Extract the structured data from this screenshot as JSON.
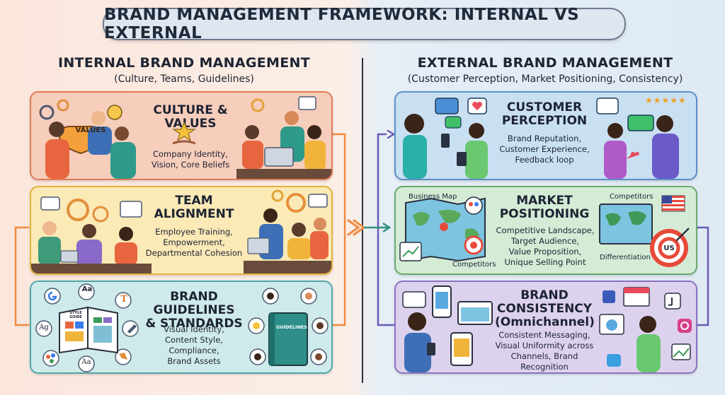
{
  "title": "BRAND MANAGEMENT FRAMEWORK: INTERNAL VS EXTERNAL",
  "internal": {
    "heading": "INTERNAL BRAND MANAGEMENT",
    "subheading": "(Culture, Teams, Guidelines)",
    "panels": [
      {
        "title_lines": [
          "CULTURE & VALUES"
        ],
        "desc_lines": [
          "Company Identity,",
          "Vision, Core Beliefs"
        ],
        "badge": "VALUES",
        "fill": "#f7cdbb",
        "stroke": "#e07a57"
      },
      {
        "title_lines": [
          "TEAM",
          "ALIGNMENT"
        ],
        "desc_lines": [
          "Employee Training,",
          "Empowerment,",
          "Departmental Cohesion"
        ],
        "fill": "#fbe9b6",
        "stroke": "#e2b33c"
      },
      {
        "title_lines": [
          "BRAND GUIDELINES",
          "& STANDARDS"
        ],
        "desc_lines": [
          "Visual Identity,",
          "Content Style,",
          "Compliance,",
          "Brand Assets"
        ],
        "book_label": "GUIDELINES",
        "style_guide_label": "STYLE GUIDE",
        "typography_samples": [
          "Aa",
          "T",
          "Ag",
          "Aa"
        ],
        "fill": "#cfeaea",
        "stroke": "#4fa6a8"
      }
    ]
  },
  "external": {
    "heading": "EXTERNAL BRAND MANAGEMENT",
    "subheading": "(Customer Perception, Market Positioning, Consistency)",
    "panels": [
      {
        "title_lines": [
          "CUSTOMER",
          "PERCEPTION"
        ],
        "desc_lines": [
          "Brand Reputation,",
          "Customer Experience,",
          "Feedback loop"
        ],
        "rating_stars": "★★★★★",
        "fill": "#c9e0f3",
        "stroke": "#5b8fc6"
      },
      {
        "title_lines": [
          "MARKET",
          "POSITIONING"
        ],
        "desc_lines": [
          "Competitive Landscape,",
          "Target Audience,",
          "Value Proposition,",
          "Unique Selling Point"
        ],
        "labels": {
          "business_map": "Business Map",
          "competitors_bottom": "Competitors",
          "competitors_top": "Competitors",
          "differentiation": "Differentiation",
          "target": "US"
        },
        "fill": "#d4ebd5",
        "stroke": "#6aaa6e"
      },
      {
        "title_lines": [
          "BRAND",
          "CONSISTENCY",
          "(Omnichannel)"
        ],
        "desc_lines": [
          "Consistent Messaging,",
          "Visual Uniformity across",
          "Channels, Brand Recognition"
        ],
        "fill": "#ddd2ee",
        "stroke": "#8b72bd"
      }
    ]
  },
  "colors": {
    "flow_arrow": "#f08a3e",
    "internal_flow": "#f08a3e",
    "external_flow": "#6a5bb6"
  }
}
